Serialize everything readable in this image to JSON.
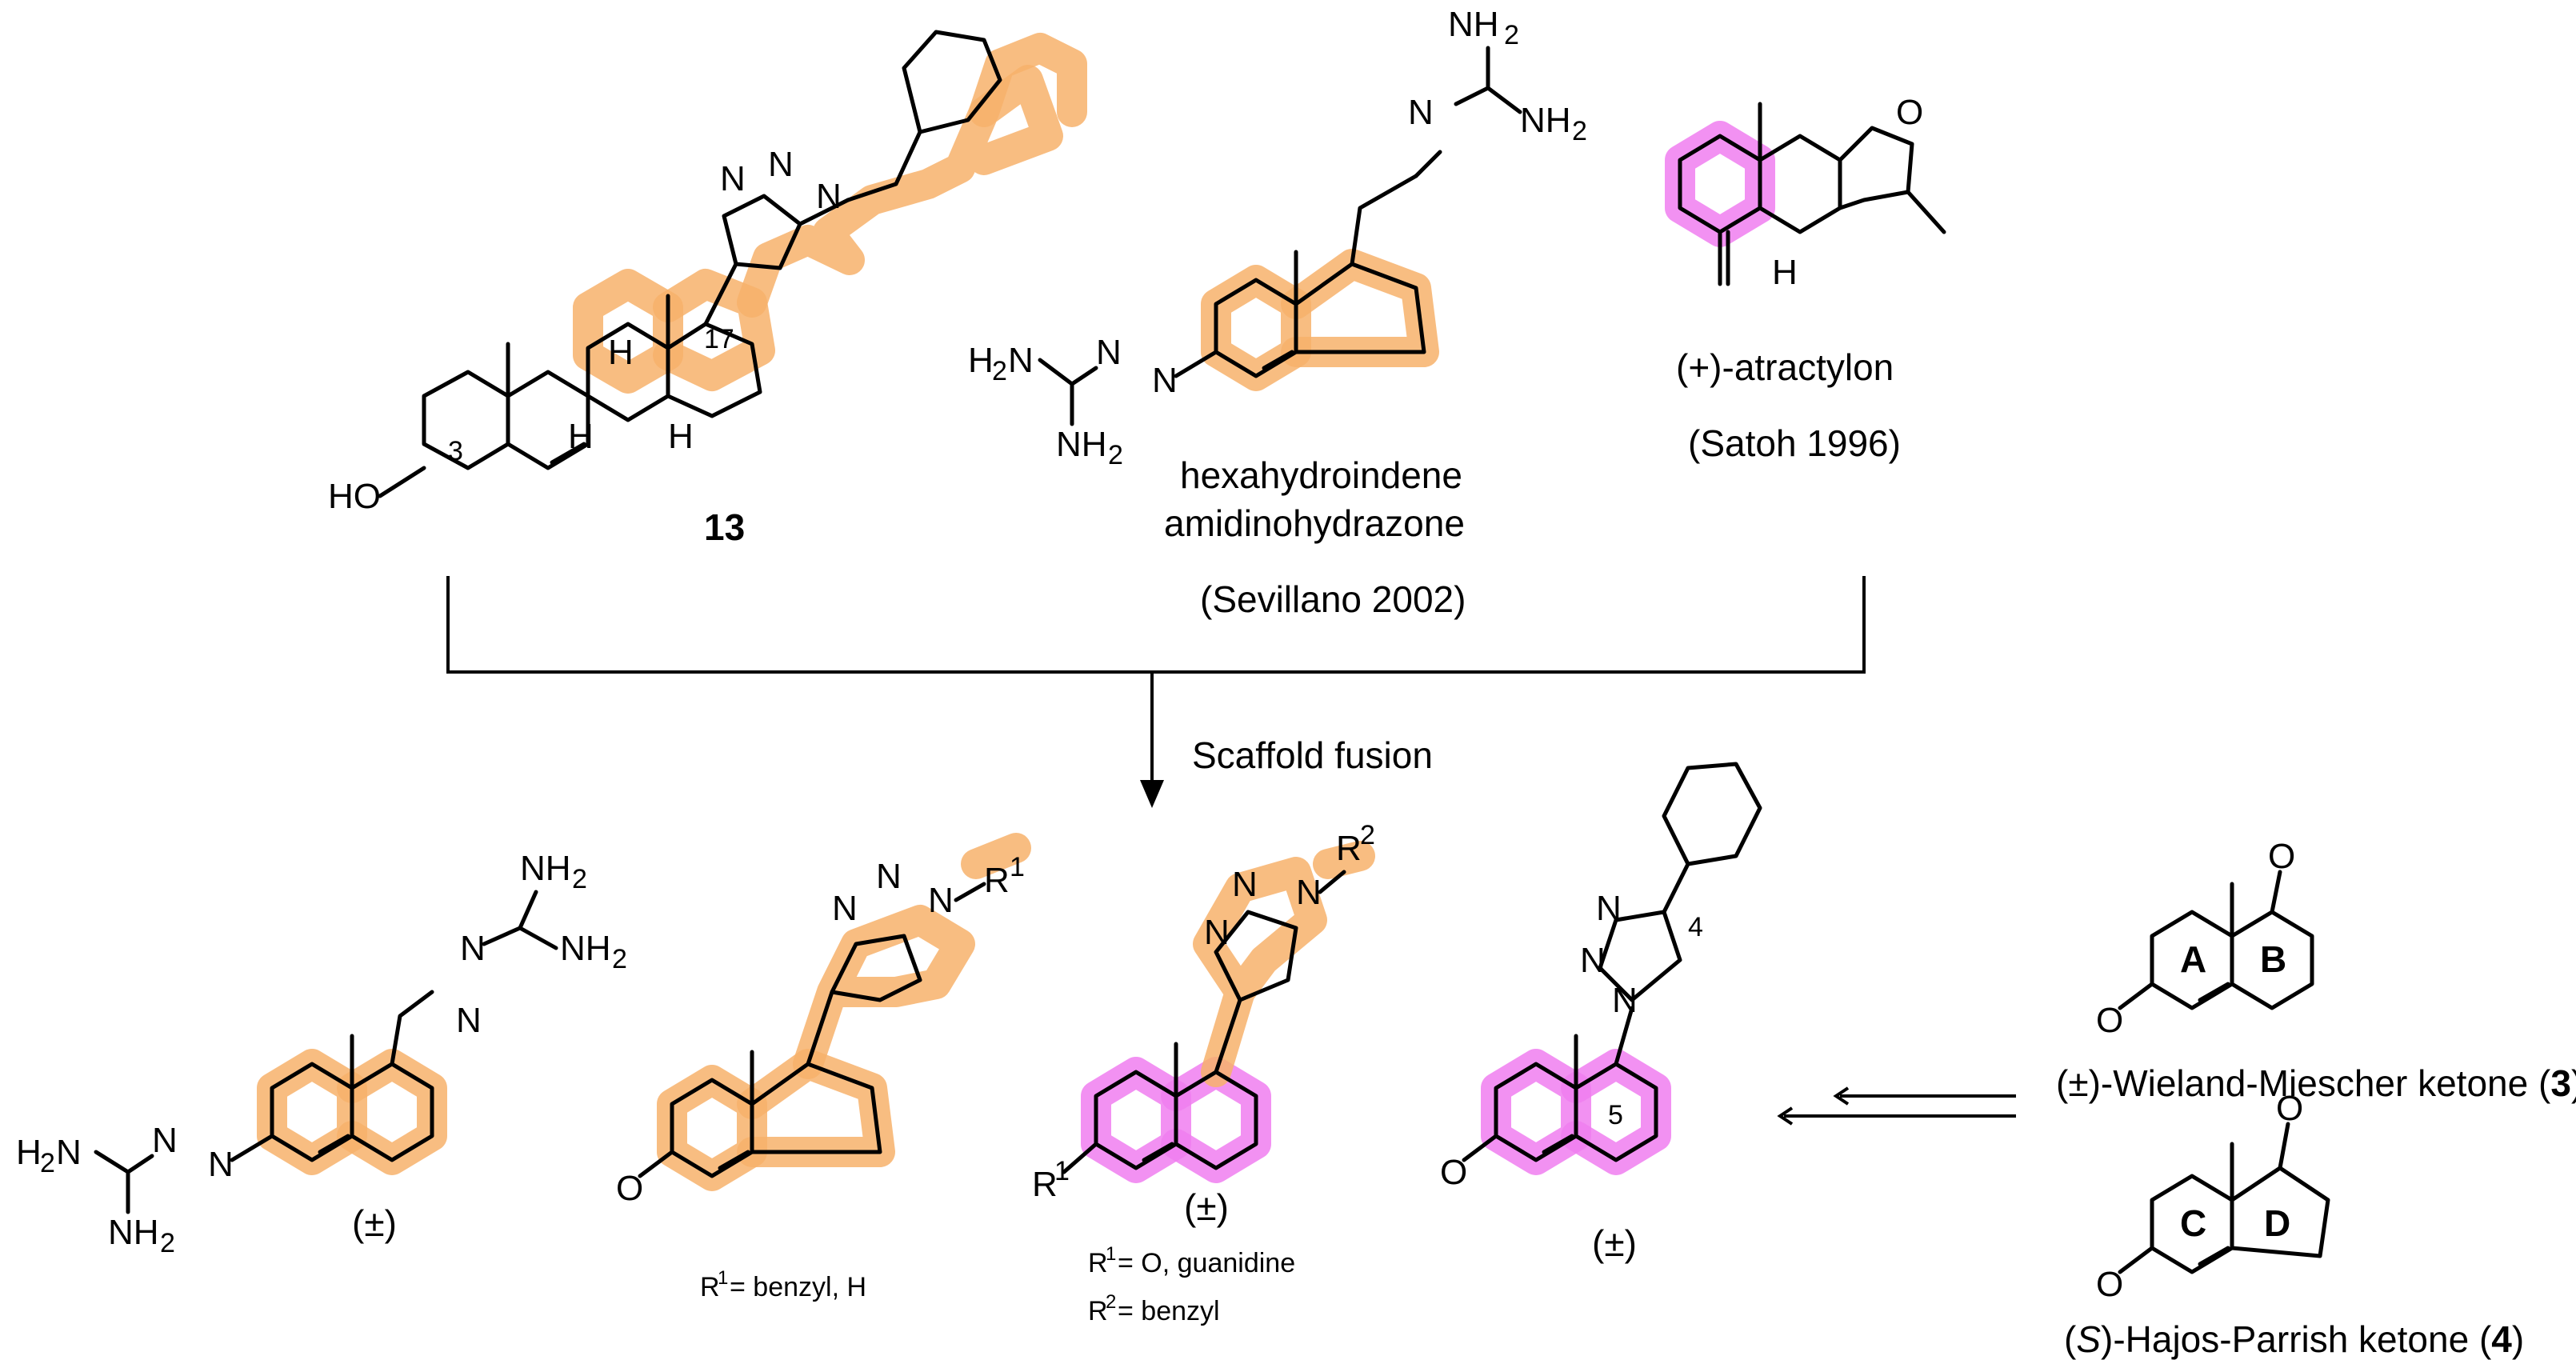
{
  "top": {
    "compound13": {
      "name": "13",
      "atom_ho": "HO",
      "atom_h1": "H",
      "atom_h2": "H",
      "atom_h3": "H",
      "pos3": "3",
      "pos17": "17",
      "triazole_n1": "N",
      "triazole_n2": "N",
      "triazole_n3": "N"
    },
    "hexahydroindene": {
      "name_line1": "hexahydroindene",
      "name_line2": "amidinohydrazone",
      "citation": "(Sevillano 2002)",
      "nh2_top": "NH",
      "nh2_right": "NH",
      "n_top": "N",
      "h2n_left": "H",
      "h2n_left_n": "N",
      "n_mid1": "N",
      "n_mid2": "N",
      "nh2_bottom": "NH",
      "sub2": "2"
    },
    "atractylon": {
      "name": "(+)-atractylon",
      "citation": "(Satoh 1996)",
      "o": "O",
      "h": "H"
    }
  },
  "arrow_label": "Scaffold fusion",
  "bottom": {
    "c1": {
      "label": "(±)",
      "nh2_a": "NH",
      "nh2_b": "NH",
      "n_a": "N",
      "n_b": "N",
      "h2n": "H",
      "h2n_n": "N",
      "n_c": "N",
      "n_d": "N",
      "nh2_c": "NH",
      "sub2": "2"
    },
    "c2": {
      "caption": "R",
      "caption_sup": "1",
      "caption_rest": " = benzyl, H",
      "o": "O",
      "n1": "N",
      "n2": "N",
      "n3": "N",
      "r": "R",
      "r_sup": "1"
    },
    "c3": {
      "label": "(±)",
      "r1_caption": "R",
      "r1_sup": "1",
      "r1_rest": " = O, guanidine",
      "r2_caption": "R",
      "r2_sup": "2",
      "r2_rest": " = benzyl",
      "n1": "N",
      "n2": "N",
      "n3": "N",
      "r2": "R",
      "r2s": "2",
      "r1": "R",
      "r1s": "1"
    },
    "c4": {
      "label": "(±)",
      "o": "O",
      "n1": "N",
      "n2": "N",
      "n3": "N",
      "pos4": "4",
      "pos5": "5"
    },
    "wieland": {
      "label_pre": "(±)-Wieland-Miescher ketone (",
      "label_num": "3",
      "label_post": ")",
      "ring_a": "A",
      "ring_b": "B",
      "o1": "O",
      "o2": "O"
    },
    "hajos": {
      "label_pre1": "(",
      "label_s": "S",
      "label_pre2": ")-Hajos-Parrish ketone (",
      "label_num": "4",
      "label_post": ")",
      "ring_c": "C",
      "ring_d": "D",
      "o1": "O",
      "o2": "O"
    }
  }
}
